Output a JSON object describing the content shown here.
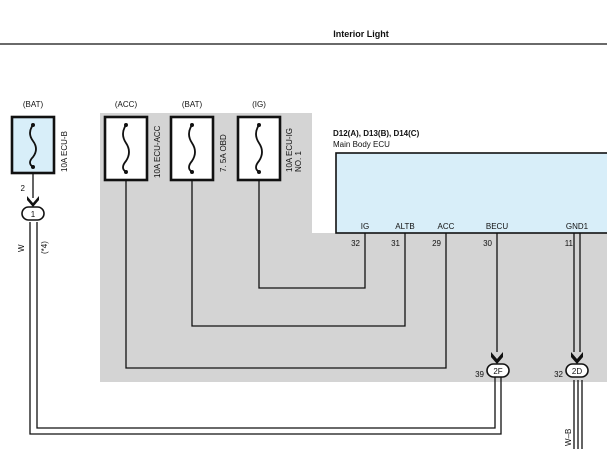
{
  "page": {
    "title": "Interior Light"
  },
  "colors": {
    "relay_block_fill": "#d4d4d4",
    "ecu_fill": "#d8eef9",
    "fuse_fill_bat": "#d8eef9",
    "wire": "#111111"
  },
  "fuses": [
    {
      "power": "(BAT)",
      "name": "10A ECU-B",
      "name2": "",
      "pin": "2"
    },
    {
      "power": "(ACC)",
      "name": "10A ECU-ACC",
      "name2": ""
    },
    {
      "power": "(BAT)",
      "name": "7. 5A OBD",
      "name2": ""
    },
    {
      "power": "(IG)",
      "name": "10A ECU-IG",
      "name2": "NO. 1"
    }
  ],
  "ecu": {
    "codes": "D12(A), D13(B), D14(C)",
    "name": "Main Body ECU",
    "pins": [
      {
        "label": "IG",
        "number": "32"
      },
      {
        "label": "ALTB",
        "number": "31"
      },
      {
        "label": "ACC",
        "number": "29"
      },
      {
        "label": "BECU",
        "number": "30"
      },
      {
        "label": "GND1",
        "number": "11"
      }
    ]
  },
  "connectors": [
    {
      "id": "1",
      "pin": ""
    },
    {
      "id": "2F",
      "pin": "39"
    },
    {
      "id": "2D",
      "pin": "32"
    }
  ],
  "wires": {
    "left_color": "W",
    "left_note": "(*4)",
    "right_color": "W–B"
  }
}
